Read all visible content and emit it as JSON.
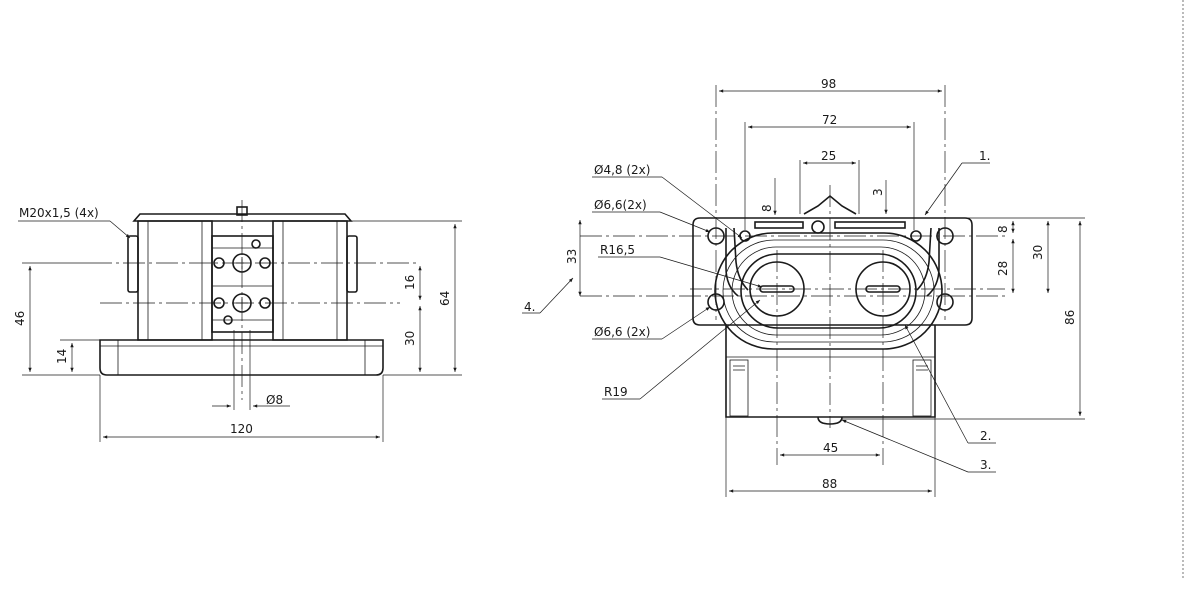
{
  "left_view": {
    "thread_label": "M20x1,5 (4x)",
    "dims": {
      "height_46": "46",
      "height_14": "14",
      "height_16": "16",
      "height_30": "30",
      "height_64": "64",
      "dia_8": "Ø8",
      "width_120": "120"
    }
  },
  "right_view": {
    "hole_48": "Ø4,8 (2x)",
    "hole_66_top": "Ø6,6(2x)",
    "radius_165": "R16,5",
    "hole_66_bottom": "Ø6,6 (2x)",
    "radius_19": "R19",
    "dims": {
      "width_98": "98",
      "width_72": "72",
      "width_25": "25",
      "small_8": "8",
      "small_3": "3",
      "height_33": "33",
      "right_8": "8",
      "right_28": "28",
      "right_30": "30",
      "height_86": "86",
      "width_45": "45",
      "width_88": "88"
    },
    "callouts": {
      "c1": "1.",
      "c2": "2.",
      "c3": "3.",
      "c4": "4."
    }
  }
}
